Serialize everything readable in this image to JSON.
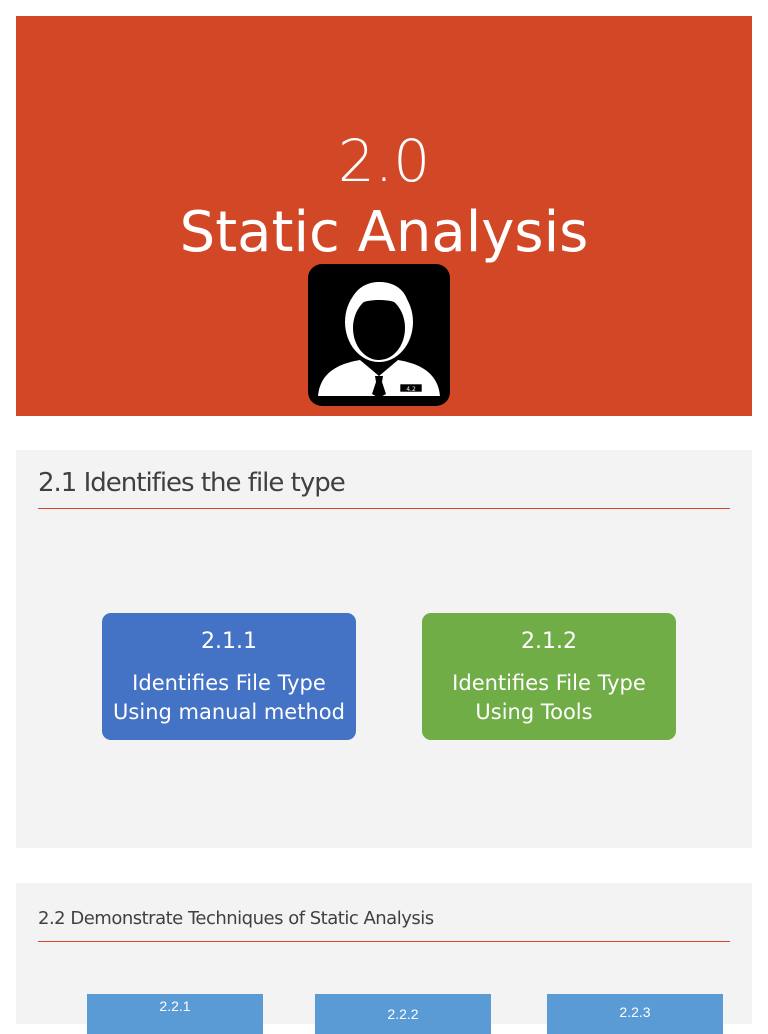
{
  "colors": {
    "title_bg": "#d24726",
    "panel_bg": "#f3f3f3",
    "accent_rule": "#d24726",
    "blue_box": "#4472c4",
    "green_box": "#70ad47",
    "tile": "#5b9bd5"
  },
  "title_slide": {
    "number": "2.0",
    "title": "Static Analysis",
    "icon": "user-icon",
    "badge": "4.2"
  },
  "section_21": {
    "heading": "2.1 Identifies the file type",
    "boxes": [
      {
        "number": "2.1.1",
        "line1": "Identifies File Type",
        "line2": "Using manual method"
      },
      {
        "number": "2.1.2",
        "line1": "Identifies File Type",
        "line2": "Using Tools"
      }
    ]
  },
  "section_22": {
    "heading": "2.2 Demonstrate Techniques of Static Analysis",
    "tiles": [
      "2.2.1",
      "2.2.2",
      "2.2.3"
    ]
  }
}
